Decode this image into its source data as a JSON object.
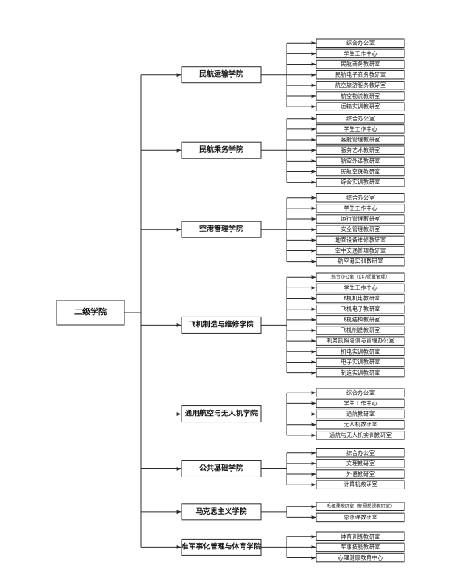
{
  "root": {
    "label": "二级学院"
  },
  "colleges": [
    {
      "name": "民航运输学院",
      "depts": [
        "综合办公室",
        "学生工作中心",
        "民航商务教研室",
        "民航电子商务教研室",
        "航空旅游服务教研室",
        "航空物流教研室",
        "运输实训教研室"
      ]
    },
    {
      "name": "民航乘务学院",
      "depts": [
        "综合办公室",
        "学生工作中心",
        "客舱管理教研室",
        "服务艺术教研室",
        "航空外语教研室",
        "民航空保教研室",
        "综合实训教研室"
      ]
    },
    {
      "name": "空港管理学院",
      "depts": [
        "综合办公室",
        "学生工作中心",
        "运行管理教研室",
        "安全管理教研室",
        "地面设备维修教研室",
        "空中交通管理教研室",
        "航空港实训教研室"
      ]
    },
    {
      "name": "飞机制造与维修学院",
      "depts": [
        "综合办公室（147质量管理）",
        "学生工作中心",
        "飞机机电教研室",
        "飞机电子教研室",
        "飞机结构教研室",
        "飞机制造教研室",
        "机务执照培训与管理办公室",
        "机电实训教研室",
        "电子实训教研室",
        "制造实训教研室"
      ]
    },
    {
      "name": "通用航空与无人机学院",
      "depts": [
        "综合办公室",
        "学生工作中心",
        "通航教研室",
        "无人机教研室",
        "通航与无人机实训教研室"
      ]
    },
    {
      "name": "公共基础学院",
      "depts": [
        "综合办公室",
        "文理教研室",
        "外语教研室",
        "计算机教研室"
      ]
    },
    {
      "name": "马克思主义学院",
      "depts": [
        "毛概课教研室（新思想课教研室）",
        "思修课教研室"
      ]
    },
    {
      "name": "准军事化管理与体育学院",
      "depts": [
        "体育训练教研室",
        "军事技能教研室",
        "心理健康教育中心"
      ]
    }
  ]
}
